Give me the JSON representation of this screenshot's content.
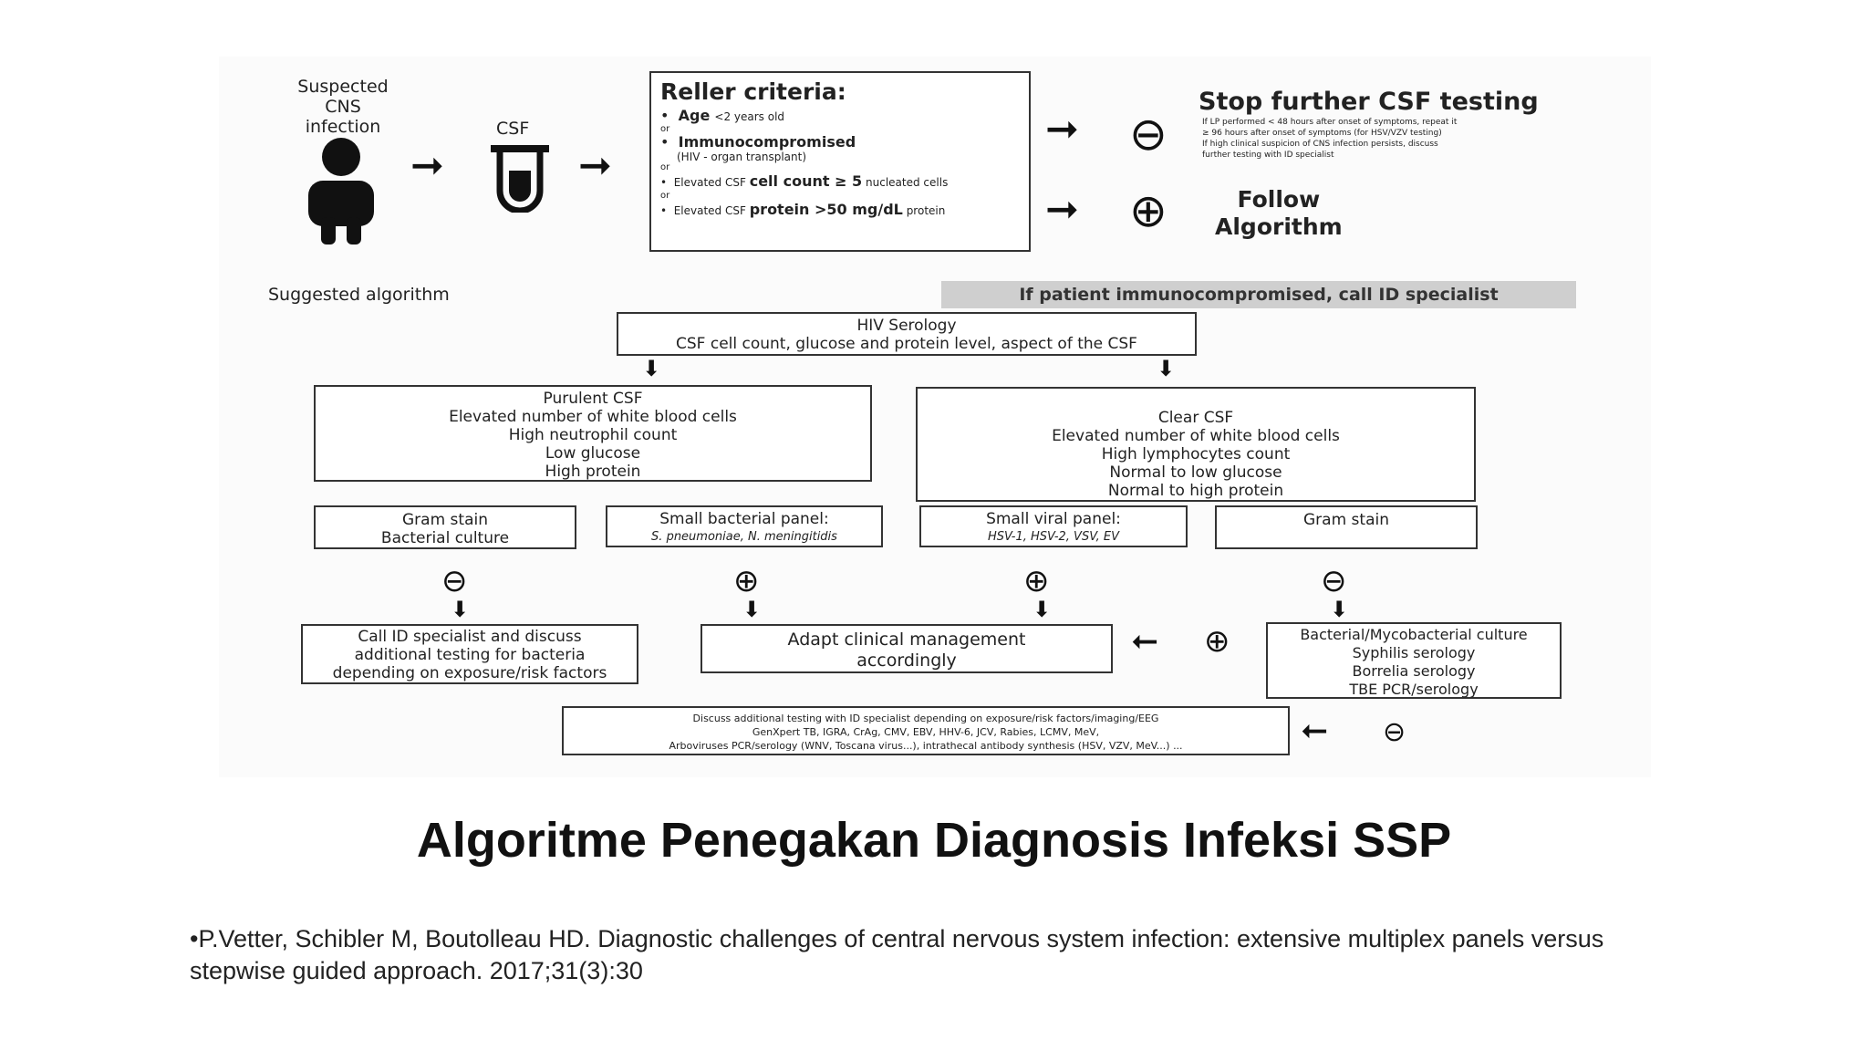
{
  "top": {
    "suspected_line1": "Suspected",
    "suspected_line2": "CNS infection",
    "csf_label": "CSF",
    "reller_title": "Reller criteria:",
    "reller_age": "Age",
    "reller_age_small": "<2 years old",
    "or": "or",
    "reller_immuno": "Immunocompromised",
    "reller_immuno_small": "(HIV - organ transplant)",
    "reller_cell_pre": "Elevated CSF",
    "reller_cell_bold": "cell count ≥ 5",
    "reller_cell_post": "nucleated cells",
    "reller_protein_pre": "Elevated CSF",
    "reller_protein_bold": "protein >50 mg/dL",
    "reller_protein_post": "protein",
    "stop_title": "Stop further CSF testing",
    "stop_note1": "If LP performed < 48 hours after onset of symptoms, repeat it",
    "stop_note2": "≥ 96 hours after onset of symptoms (for HSV/VZV testing)",
    "stop_note3": "If high clinical suspicion of CNS infection persists, discuss",
    "stop_note4": "further testing with ID specialist",
    "follow1": "Follow",
    "follow2": "Algorithm",
    "minus": "⊖",
    "plus": "⊕"
  },
  "algorithm": {
    "suggested": "Suggested algorithm",
    "immuno_banner": "If patient immunocompromised, call ID specialist",
    "hiv_line1": "HIV Serology",
    "hiv_line2": "CSF cell count, glucose and protein level, aspect of the CSF",
    "purulent": [
      "Purulent CSF",
      "Elevated number of white blood cells",
      "High neutrophil count",
      "Low glucose",
      "High protein"
    ],
    "clear": [
      "Clear CSF",
      "Elevated number of white blood cells",
      "High lymphocytes count",
      "Normal to low glucose",
      "Normal to high protein"
    ],
    "gram1_line1": "Gram stain",
    "gram1_line2": "Bacterial culture",
    "bact_panel_line1": "Small bacterial panel:",
    "bact_panel_line2": "S. pneumoniae, N. meningitidis",
    "viral_panel_line1": "Small viral panel:",
    "viral_panel_line2": "HSV-1, HSV-2, VSV, EV",
    "gram2": "Gram stain",
    "call_id": [
      "Call ID specialist and discuss",
      "additional testing for bacteria",
      "depending on exposure/risk factors"
    ],
    "adapt": [
      "Adapt clinical management",
      "accordingly"
    ],
    "culture": [
      "Bacterial/Mycobacterial culture",
      "Syphilis serology",
      "Borrelia serology",
      "TBE PCR/serology"
    ],
    "discuss": [
      "Discuss additional testing with ID specialist depending on exposure/risk factors/imaging/EEG",
      "GenXpert TB, IGRA, CrAg, CMV, EBV, HHV-6, JCV, Rabies, LCMV, MeV,",
      "Arboviruses PCR/serology (WNV, Toscana virus...), intrathecal antibody synthesis (HSV, VZV, MeV...) ..."
    ]
  },
  "slide": {
    "title": "Algoritme Penegakan Diagnosis Infeksi SSP",
    "citation": "•P.Vetter, Schibler M, Boutolleau HD. Diagnostic challenges of central nervous system infection: extensive multiplex panels versus stepwise guided approach. 2017;31(3):30"
  }
}
